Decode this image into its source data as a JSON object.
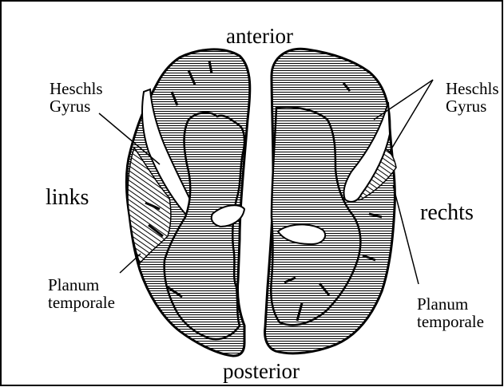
{
  "diagram": {
    "orientation": {
      "top": "anterior",
      "bottom": "posterior"
    },
    "sides": {
      "left": "links",
      "right": "rechts"
    },
    "annotations": {
      "heschl_left_line1": "Heschls",
      "heschl_left_line2": "Gyrus",
      "heschl_right_line1": "Heschls",
      "heschl_right_line2": "Gyrus",
      "planum_left_line1": "Planum",
      "planum_left_line2": "temporale",
      "planum_right_line1": "Planum",
      "planum_right_line2": "temporale"
    },
    "colors": {
      "outline": "#000000",
      "background": "#ffffff",
      "hatch": "#000000"
    }
  }
}
